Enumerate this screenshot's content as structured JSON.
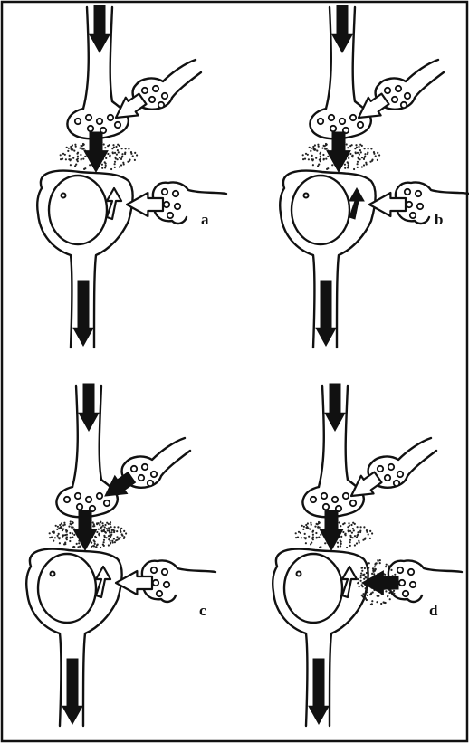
{
  "panels": [
    {
      "label": "a",
      "descending_arrow": "black",
      "feedback_arrow": "white",
      "synaptic_cloud": "medium",
      "lateral_cloud": "none",
      "lateral_arrow": "white",
      "inner_arrow": "white"
    },
    {
      "label": "b",
      "descending_arrow": "black",
      "feedback_arrow": "white",
      "synaptic_cloud": "medium",
      "lateral_cloud": "none",
      "lateral_arrow": "white",
      "inner_arrow": "black"
    },
    {
      "label": "c",
      "descending_arrow": "black",
      "feedback_arrow": "black",
      "synaptic_cloud": "dense",
      "lateral_cloud": "none",
      "lateral_arrow": "white",
      "inner_arrow": "white"
    },
    {
      "label": "d",
      "descending_arrow": "black",
      "feedback_arrow": "white",
      "synaptic_cloud": "medium",
      "lateral_cloud": "dense",
      "lateral_arrow": "black",
      "inner_arrow": "white"
    }
  ],
  "colors": {
    "ink": "#111111",
    "paper": "#ffffff"
  }
}
